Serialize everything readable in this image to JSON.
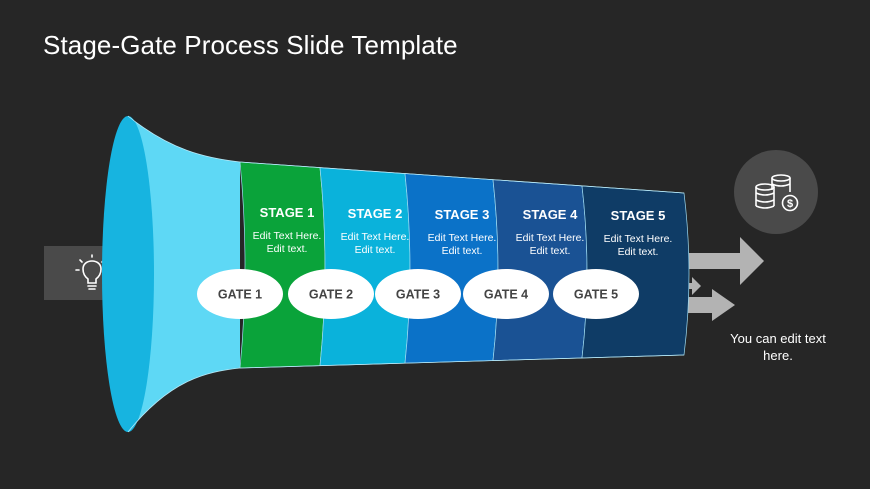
{
  "title": "Stage-Gate Process Slide Template",
  "stages": [
    {
      "title": "STAGE 1",
      "line1": "Edit Text Here.",
      "line2": "Edit text.",
      "color": "#0AA33A"
    },
    {
      "title": "STAGE 2",
      "line1": "Edit Text Here.",
      "line2": "Edit text.",
      "color": "#0AB2DB"
    },
    {
      "title": "STAGE 3",
      "line1": "Edit Text Here.",
      "line2": "Edit text.",
      "color": "#0B72C8"
    },
    {
      "title": "STAGE 4",
      "line1": "Edit Text Here.",
      "line2": "Edit text.",
      "color": "#1A5294"
    },
    {
      "title": "STAGE 5",
      "line1": "Edit Text Here.",
      "line2": "Edit text.",
      "color": "#0F3C66"
    }
  ],
  "gates": [
    "GATE 1",
    "GATE 2",
    "GATE 3",
    "GATE 4",
    "GATE 5"
  ],
  "output_caption": "You can edit text here.",
  "icons": {
    "input": "lightbulb-icon",
    "output": "coins-dollar-icon"
  },
  "colors": {
    "funnel_mouth": "#5ED8F5",
    "funnel_rim": "#17B4E0",
    "arrow": "#B3B3B3",
    "input_box": "#4A4A4A"
  }
}
